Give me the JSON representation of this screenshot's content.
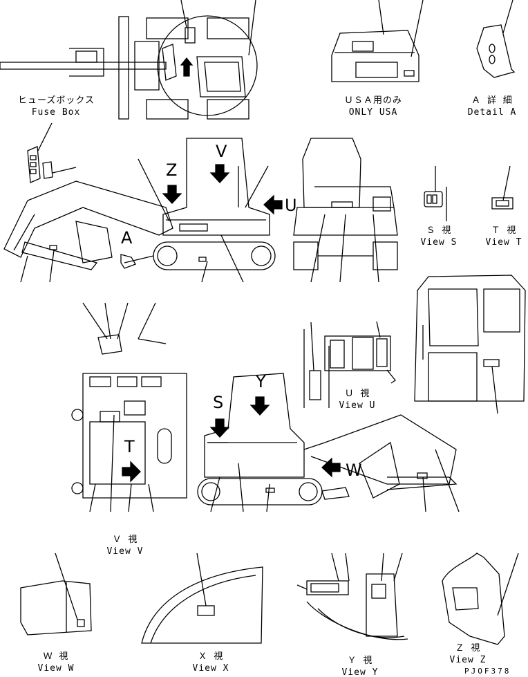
{
  "labels": {
    "fuse_box_jp": "ヒューズボックス",
    "fuse_box_en": "Fuse Box",
    "usa_only_jp": "ＵＳＡ用のみ",
    "usa_only_en": "ONLY USA",
    "detail_a_jp": "Ａ 詳 細",
    "detail_a_en": "Detail A",
    "view_s_jp": "Ｓ 視",
    "view_s_en": "View S",
    "view_t_jp": "Ｔ 視",
    "view_t_en": "View T",
    "view_u_jp": "Ｕ 視",
    "view_u_en": "View U",
    "view_v_jp": "Ｖ 視",
    "view_v_en": "View V",
    "view_w_jp": "Ｗ 視",
    "view_w_en": "View W",
    "view_x_jp": "Ｘ 視",
    "view_x_en": "View X",
    "view_y_jp": "Ｙ 視",
    "view_y_en": "View Y",
    "view_z_jp": "Ｚ 視",
    "view_z_en": "View Z"
  },
  "view_letters": {
    "v": "V",
    "z": "Z",
    "u": "U",
    "a": "A",
    "y": "Y",
    "s": "S",
    "w": "W",
    "t": "T"
  },
  "drawing_code": "PJOF378"
}
